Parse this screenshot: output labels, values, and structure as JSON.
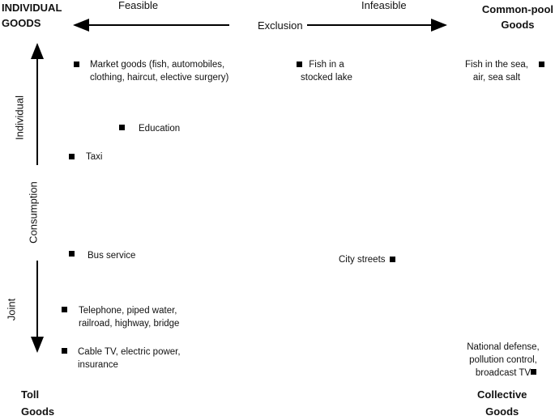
{
  "corners": {
    "top_left": [
      "INDIVIDUAL",
      "GOODS"
    ],
    "top_right": [
      "Common-pool",
      "Goods"
    ],
    "bottom_left": [
      "Toll",
      "Goods"
    ],
    "bottom_right": [
      "Collective",
      "Goods"
    ]
  },
  "horizontal_axis": {
    "left_label": "Feasible",
    "center_label": "Exclusion",
    "right_label": "Infeasible"
  },
  "vertical_axis": {
    "top_label": "Individual",
    "center_label": "Consumption",
    "bottom_label": "Joint"
  },
  "items": [
    {
      "lines": [
        "Market goods (fish, automobiles,",
        "clothing, haircut, elective surgery)"
      ]
    },
    {
      "lines": [
        "Fish in a",
        "stocked lake"
      ]
    },
    {
      "lines": [
        "Fish in the sea,",
        "air, sea salt"
      ]
    },
    {
      "lines": [
        "Education"
      ]
    },
    {
      "lines": [
        "Taxi"
      ]
    },
    {
      "lines": [
        "Bus service"
      ]
    },
    {
      "lines": [
        "City streets"
      ]
    },
    {
      "lines": [
        "Telephone, piped water,",
        "railroad, highway, bridge"
      ]
    },
    {
      "lines": [
        "Cable TV, electric power,",
        "insurance"
      ]
    },
    {
      "lines": [
        "National defense,",
        "pollution control,",
        "broadcast TV"
      ]
    }
  ]
}
